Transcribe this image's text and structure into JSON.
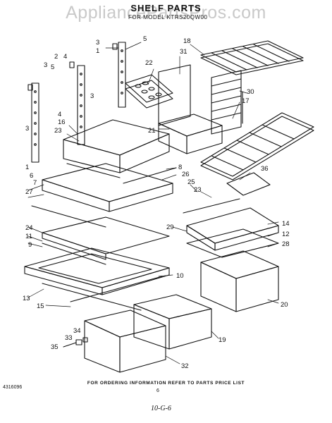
{
  "watermark": "AppliancePartsPros.com",
  "title": "SHELF PARTS",
  "subtitle": "FOR MODEL KTRS20QW00",
  "footer_note": "FOR ORDERING INFORMATION REFER TO PARTS PRICE LIST",
  "doc_code": "4316096",
  "page_number": "6",
  "handwritten": "10-G-6",
  "callouts": [
    "1",
    "2",
    "3",
    "4",
    "5",
    "6",
    "7",
    "8",
    "9",
    "10",
    "11",
    "12",
    "13",
    "14",
    "15",
    "16",
    "17",
    "18",
    "19",
    "20",
    "21",
    "22",
    "23",
    "24",
    "25",
    "26",
    "27",
    "28",
    "29",
    "30",
    "31",
    "32",
    "33",
    "34",
    "35",
    "36"
  ]
}
